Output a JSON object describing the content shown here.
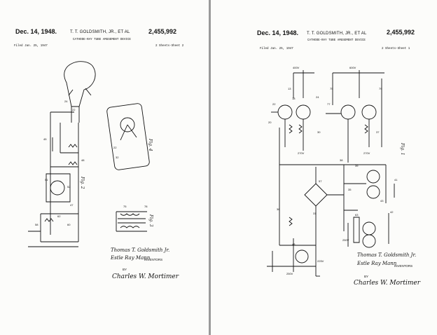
{
  "left_sheet": {
    "date": "Dec. 14, 1948.",
    "inventors_header": "T. T. GOLDSMITH, JR., ET AL",
    "patent_number": "2,455,992",
    "title": "CATHODE-RAY TUBE AMUSEMENT DEVICE",
    "filed": "Filed Jan. 25, 1947",
    "sheets": "2 Sheets-Sheet 2",
    "fig_labels": [
      "Fig. 2",
      "Fig. 4",
      "Fig. 3"
    ],
    "signature_1": "Thomas T. Goldsmith Jr.",
    "signature_2": "Estle Ray Mann",
    "inventors_word": "INVENTORS",
    "by": "BY",
    "attorney": "Charles W. Mortimer"
  },
  "right_sheet": {
    "date": "Dec. 14, 1948.",
    "inventors_header": "T. T. GOLDSMITH, JR., ET AL",
    "patent_number": "2,455,992",
    "title": "CATHODE-RAY TUBE AMUSEMENT DEVICE",
    "filed": "Filed Jan. 25, 1947",
    "sheets": "2 Sheets-Sheet 1",
    "fig_labels": [
      "Fig. 1"
    ],
    "signature_1": "Thomas T. Goldsmith Jr.",
    "signature_2": "Estle Ray Mann",
    "inventors_word": "INVENTORS",
    "by": "BY",
    "attorney": "Charles W. Mortimer"
  },
  "colors": {
    "paper": "#fcfcfa",
    "ink": "#111111",
    "gutter": "#9a9a9a"
  }
}
